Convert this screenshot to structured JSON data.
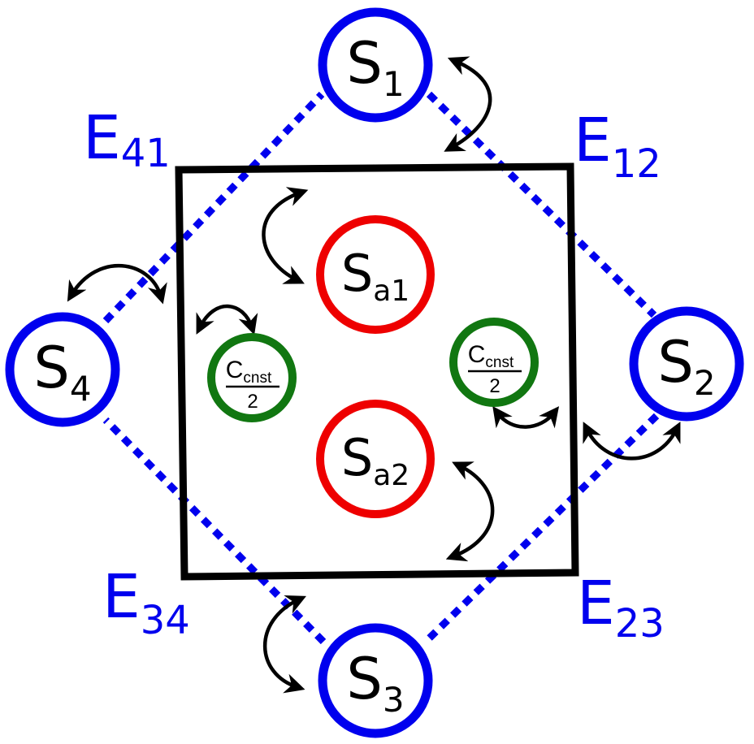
{
  "colors": {
    "site_ring": "#0000ee",
    "edge": "#0000ee",
    "adatom_ring": "#ee0000",
    "constant_ring": "#117711",
    "frame": "#000000",
    "arrow": "#000000",
    "text": "#000000"
  },
  "sites": [
    {
      "id": "S1",
      "main": "S",
      "sub": "1"
    },
    {
      "id": "S2",
      "main": "S",
      "sub": "2"
    },
    {
      "id": "S3",
      "main": "S",
      "sub": "3"
    },
    {
      "id": "S4",
      "main": "S",
      "sub": "4"
    }
  ],
  "adatoms": [
    {
      "id": "Sa1",
      "main": "S",
      "sub": "a1"
    },
    {
      "id": "Sa2",
      "main": "S",
      "sub": "a2"
    }
  ],
  "constants": [
    {
      "id": "left",
      "numerator_main": "C",
      "numerator_sub": "cnst",
      "denominator": "2"
    },
    {
      "id": "right",
      "numerator_main": "C",
      "numerator_sub": "cnst",
      "denominator": "2"
    }
  ],
  "edges": [
    {
      "id": "E12",
      "main": "E",
      "sub": "12"
    },
    {
      "id": "E23",
      "main": "E",
      "sub": "23"
    },
    {
      "id": "E34",
      "main": "E",
      "sub": "34"
    },
    {
      "id": "E41",
      "main": "E",
      "sub": "41"
    }
  ]
}
